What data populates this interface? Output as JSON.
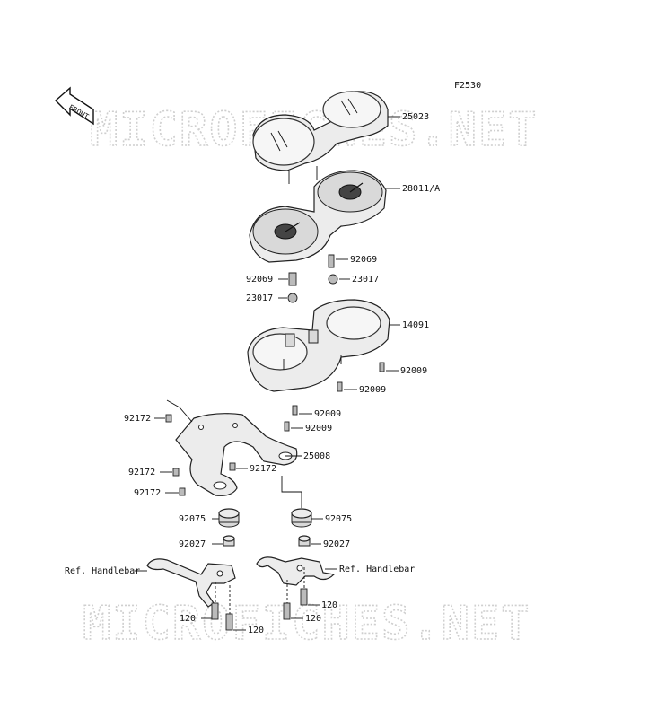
{
  "diagram": {
    "code": "F2530",
    "front_label": "FRONT",
    "watermark": "MICROFICHES.NET",
    "parts": {
      "p25023": "25023",
      "p28011": "28011/A",
      "p92069_r": "92069",
      "p92069_l": "92069",
      "p23017_r": "23017",
      "p23017_l": "23017",
      "p14091": "14091",
      "p92009_a": "92009",
      "p92009_b": "92009",
      "p92009_c": "92009",
      "p92009_d": "92009",
      "p92172_a": "92172",
      "p92172_b": "92172",
      "p92172_c": "92172",
      "p92172_d": "92172",
      "p25008": "25008",
      "p92075_l": "92075",
      "p92075_r": "92075",
      "p92027_l": "92027",
      "p92027_r": "92027",
      "ref_l": "Ref. Handlebar",
      "ref_r": "Ref. Handlebar",
      "p120_a": "120",
      "p120_b": "120",
      "p120_c": "120",
      "p120_d": "120"
    }
  }
}
